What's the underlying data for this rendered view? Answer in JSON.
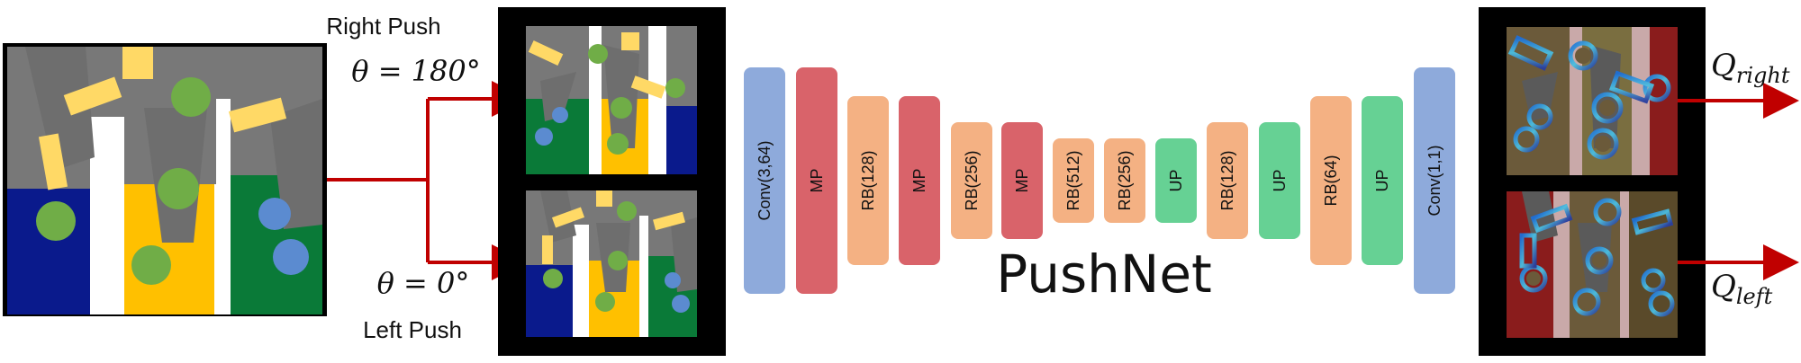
{
  "labels": {
    "right_push": "Right Push",
    "theta_right": "θ = 180°",
    "left_push": "Left Push",
    "theta_left": "θ = 0°",
    "network_name": "PushNet",
    "q_right_base": "Q",
    "q_right_sub": "right",
    "q_left_base": "Q",
    "q_left_sub": "left"
  },
  "blocks": [
    {
      "label": "Conv(3,64)",
      "kind": "conv",
      "size": "large"
    },
    {
      "label": "MP",
      "kind": "mp",
      "size": "large"
    },
    {
      "label": "RB(128)",
      "kind": "rb",
      "size": "medium"
    },
    {
      "label": "MP",
      "kind": "mp",
      "size": "medium"
    },
    {
      "label": "RB(256)",
      "kind": "rb",
      "size": "small"
    },
    {
      "label": "MP",
      "kind": "mp",
      "size": "small"
    },
    {
      "label": "RB(512)",
      "kind": "rb",
      "size": "xsmall"
    },
    {
      "label": "RB(256)",
      "kind": "rb",
      "size": "xsmall"
    },
    {
      "label": "UP",
      "kind": "up",
      "size": "xsmall"
    },
    {
      "label": "RB(128)",
      "kind": "rb",
      "size": "small"
    },
    {
      "label": "UP",
      "kind": "up",
      "size": "small"
    },
    {
      "label": "RB(64)",
      "kind": "rb",
      "size": "medium"
    },
    {
      "label": "UP",
      "kind": "up",
      "size": "medium"
    },
    {
      "label": "Conv(1,1)",
      "kind": "conv",
      "size": "large"
    }
  ],
  "colors": {
    "conv": "#8eaadb",
    "mp": "#d9636a",
    "rb": "#f4b183",
    "up": "#66d194",
    "arrow": "#c00000",
    "frame": "#000000",
    "scene_gray": "#787878",
    "scene_blue": "#0a1a8c",
    "scene_yellow": "#ffc000",
    "scene_green": "#0a7a38",
    "object_yellow": "#ffd966",
    "object_green": "#70ad47",
    "object_blue": "#5b8bd0"
  }
}
